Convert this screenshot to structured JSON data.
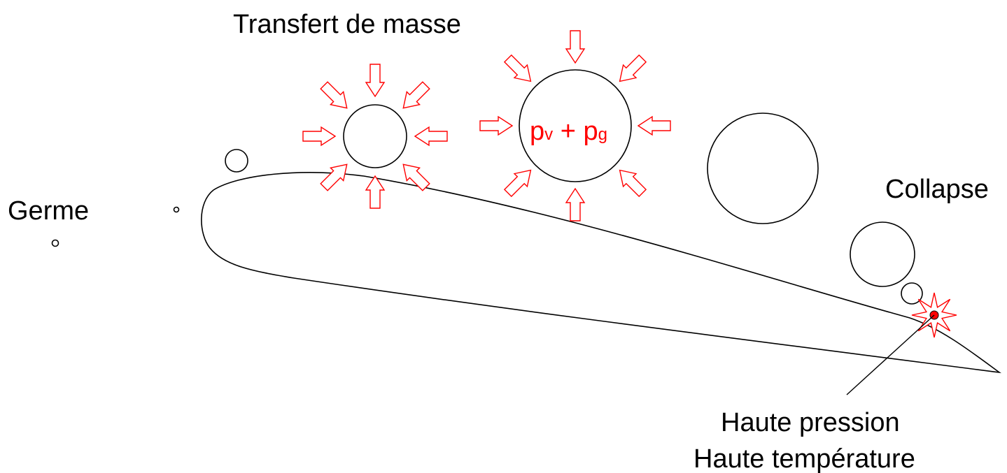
{
  "labels": {
    "mass_transfer": "Transfert de masse",
    "germ": "Germe",
    "collapse": "Collapse",
    "high_pressure": "Haute pression",
    "high_temperature": "Haute température"
  },
  "pressure_label": {
    "p": "p",
    "v_subscript": "v",
    "plus": " + ",
    "g_subscript": "g"
  },
  "colors": {
    "outline": "#000000",
    "arrows": "#ff0000",
    "collapse_core": "#ff0000",
    "background": "#ffffff"
  }
}
